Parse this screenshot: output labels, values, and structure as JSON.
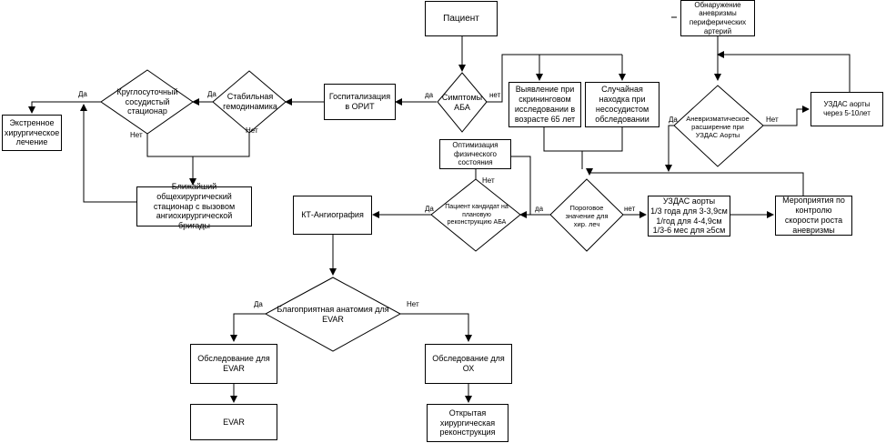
{
  "nodes": {
    "patient": "Пациент",
    "symptoms": "Симптомы АБА",
    "hosp": "Госпитализация в ОРИТ",
    "stable": "Стабильная гемодинамика",
    "vascular": "Круглосуточный сосудистый стационар",
    "emergency": "Экстренное хирургическое лечение",
    "nearest": "Ближайший общехирургический стационар с вызовом ангиохирургической бригады",
    "screening": "Выявление при скрининговом исследовании в возрасте 65 лет",
    "incidental": "Случайная находка при несосудистом обследовании",
    "peripheral": "Обнаружение аневризмы периферических артерий",
    "aneurysmal": "Аневризматическое расширение при УЗДАС Аорты",
    "usg510": "УЗДАС аорты через 5-10лет",
    "threshold": "Пороговое значение для хир. леч",
    "uzdas_title": "УЗДАС аорты",
    "uzdas_l1": "1/3 года для 3-3,9см",
    "uzdas_l2": "1/год для 4-4,9см",
    "uzdas_l3": "1/3-6 мес для ≥5см",
    "measures": "Мероприятия по контролю скорости роста аневризмы",
    "candidate": "Пациент кандидат на плановую реконструкцию АБА",
    "optim": "Оптимизация физического состояния",
    "ct": "КТ-Ангиография",
    "anatomy": "Благоприятная анатомия для EVAR",
    "exam_evar": "Обследование для EVAR",
    "exam_ox": "Обследование для ОХ",
    "evar": "EVAR",
    "open": "Открытая хирургическая реконструкция"
  },
  "labels": {
    "sym_da": "да",
    "sym_net": "нет",
    "stable_da": "Да",
    "stable_net": "Нет",
    "vasc_da": "Да",
    "vasc_net": "Нет",
    "aneur_da": "Да",
    "aneur_net": "Нет",
    "thr_da": "да",
    "thr_net": "нет",
    "cand_da": "Да",
    "cand_net": "Нет",
    "anat_da": "Да",
    "anat_net": "Нет"
  }
}
